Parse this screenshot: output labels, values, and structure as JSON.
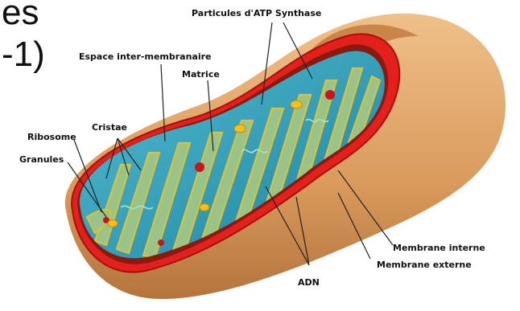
{
  "slide": {
    "fragment_line1": "es",
    "fragment_line2": "-1)"
  },
  "diagram": {
    "labels": {
      "atp_synthase": "Particules d'ATP Synthase",
      "intermembrane_space": "Espace inter-membranaire",
      "matrix": "Matrice",
      "cristae": "Cristae",
      "ribosome": "Ribosome",
      "granules": "Granules",
      "inner_membrane": "Membrane interne",
      "outer_membrane": "Membrane externe",
      "dna": "ADN"
    },
    "colors": {
      "outer_body": "#d99a5b",
      "outer_membrane": "#e3201b",
      "matrix": "#2a9bb6",
      "inner_membrane_stroke": "#d9c23a",
      "granule": "#f2c11c",
      "ribosome": "#c8141a"
    }
  }
}
